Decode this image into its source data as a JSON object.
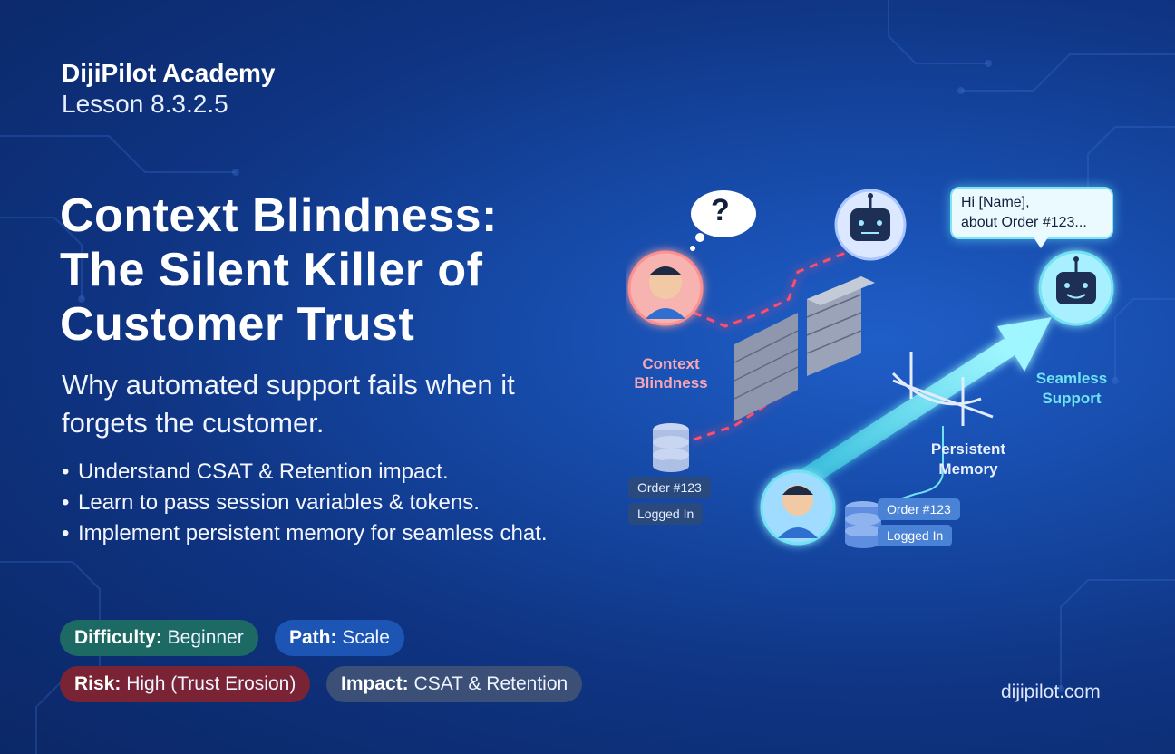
{
  "brand": {
    "title": "DijiPilot Academy",
    "lesson": "Lesson 8.3.2.5"
  },
  "headline": {
    "line1": "Context Blindness:",
    "line2": "The Silent Killer of",
    "line3": "Customer Trust"
  },
  "subtitle": "Why automated support fails when it forgets the customer.",
  "bullets": [
    "Understand CSAT & Retention impact.",
    "Learn to pass session variables & tokens.",
    "Implement persistent memory for seamless chat."
  ],
  "badges": {
    "difficulty": {
      "key": "Difficulty:",
      "value": "Beginner"
    },
    "path": {
      "key": "Path:",
      "value": "Scale"
    },
    "risk": {
      "key": "Risk:",
      "value": "High (Trust Erosion)"
    },
    "impact": {
      "key": "Impact:",
      "value": "CSAT & Retention"
    }
  },
  "illustration": {
    "question_mark": "?",
    "context_blindness": {
      "line1": "Context",
      "line2": "Blindness"
    },
    "left_tags": [
      "Order #123",
      "Logged In"
    ],
    "persistent_memory": {
      "line1": "Persistent",
      "line2": "Memory"
    },
    "seamless_support": {
      "line1": "Seamless",
      "line2": "Support"
    },
    "right_tags": [
      "Order #123",
      "Logged In"
    ],
    "speech": {
      "line1": "Hi [Name],",
      "line2": "about Order #123..."
    }
  },
  "colors": {
    "background": "#164aa8",
    "difficulty": "#1c6a63",
    "path": "#1c55b4",
    "risk": "#7a2335",
    "impact": "#3b4f77",
    "broken_link": "#ff4d6d",
    "seamless": "#6fe3f2"
  },
  "footer": {
    "site": "dijipilot.com"
  }
}
